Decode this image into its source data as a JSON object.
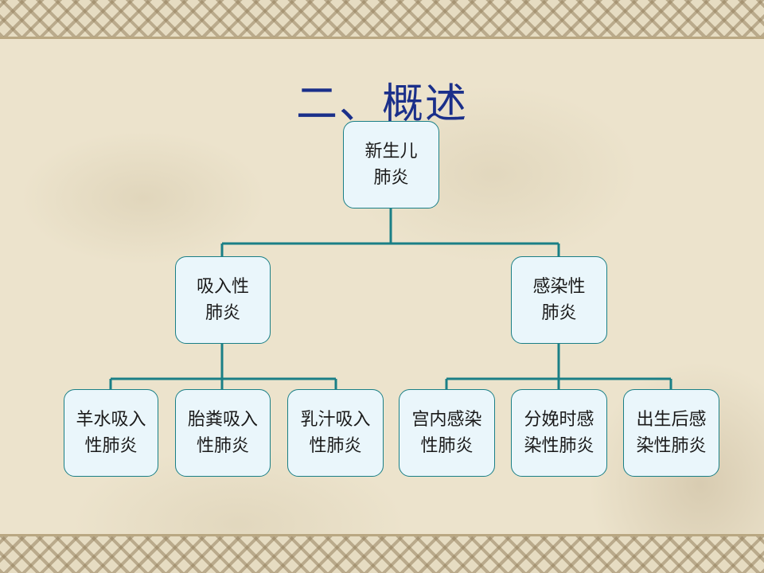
{
  "title": "二、概述",
  "diagram": {
    "root": {
      "label": "新生儿\n肺炎"
    },
    "branches": [
      {
        "label": "吸入性\n肺炎",
        "children": [
          {
            "label": "羊水吸入\n性肺炎"
          },
          {
            "label": "胎粪吸入\n性肺炎"
          },
          {
            "label": "乳汁吸入\n性肺炎"
          }
        ]
      },
      {
        "label": "感染性\n肺炎",
        "children": [
          {
            "label": "宫内感染\n性肺炎"
          },
          {
            "label": "分娩时感\n染性肺炎"
          },
          {
            "label": "出生后感\n染性肺炎"
          }
        ]
      }
    ]
  },
  "colors": {
    "title": "#1a2f8a",
    "node_fill": "#eaf6fb",
    "node_border": "#1a7f86",
    "connector": "#1a7f86"
  }
}
